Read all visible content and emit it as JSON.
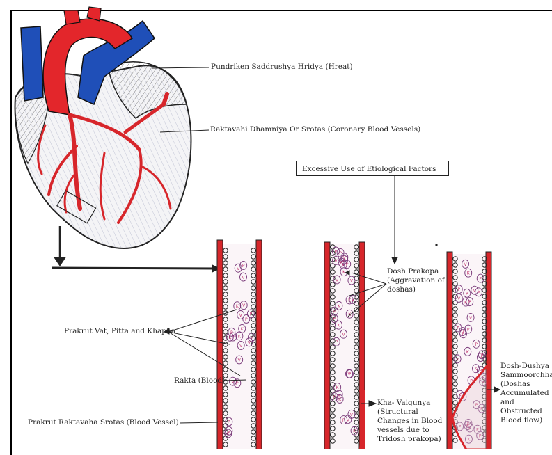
{
  "labels": {
    "heart": "Pundriken Saddrushya Hridya (Hreat)",
    "coronary": "Raktavahi Dhamniya Or Srotas (Coronary Blood Vessels)",
    "etiology": "Excessive Use of Etiological Factors",
    "dosh_prakopa": "Dosh Prakopa (Aggravation of doshas)",
    "prakrut_vpk": "Prakrut Vat, Pitta and Khapha",
    "rakta": "Rakta (Blood)",
    "prakrut_srotas": "Prakrut Raktavaha Srotas (Blood Vessel)",
    "kha_vaigunya": "Kha- Vaigunya (Structural Changes in Blood vessels due to Tridosh prakopa)",
    "dosh_dushya": "Dosh-Dushya Sammoorchhana (Doshas Accumulated and Obstructed Blood flow)"
  },
  "colors": {
    "vessel_wall": "#d7262b",
    "vein_blue": "#1f4fb8",
    "ink": "#222222"
  },
  "cell_letters": [
    "V",
    "P",
    "K"
  ]
}
